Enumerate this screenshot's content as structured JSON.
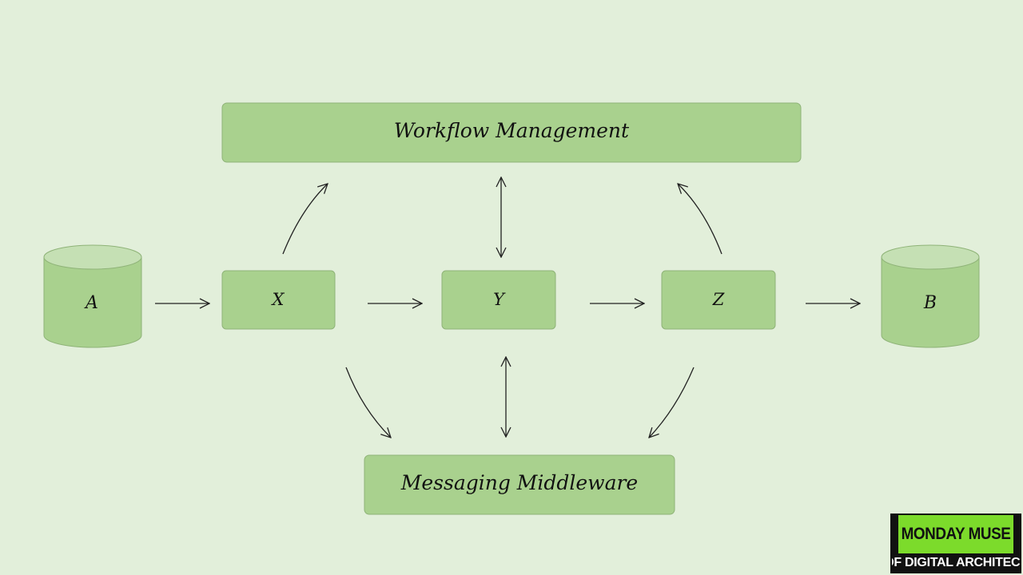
{
  "diagram": {
    "nodes": {
      "workflow": "Workflow Management",
      "middleware": "Messaging Middleware",
      "a": "A",
      "x": "X",
      "y": "Y",
      "z": "Z",
      "b": "B"
    }
  },
  "badge": {
    "line1": "MONDAY MUSE",
    "line2": "OF DIGITAL ARCHITECT"
  },
  "colors": {
    "background": "#e2efda",
    "box_fill": "#a9d18e",
    "box_stroke": "#8fb378",
    "cylinder_top": "#c5e0b4",
    "arrow": "#222222",
    "badge_accent": "#7cdb2b"
  }
}
